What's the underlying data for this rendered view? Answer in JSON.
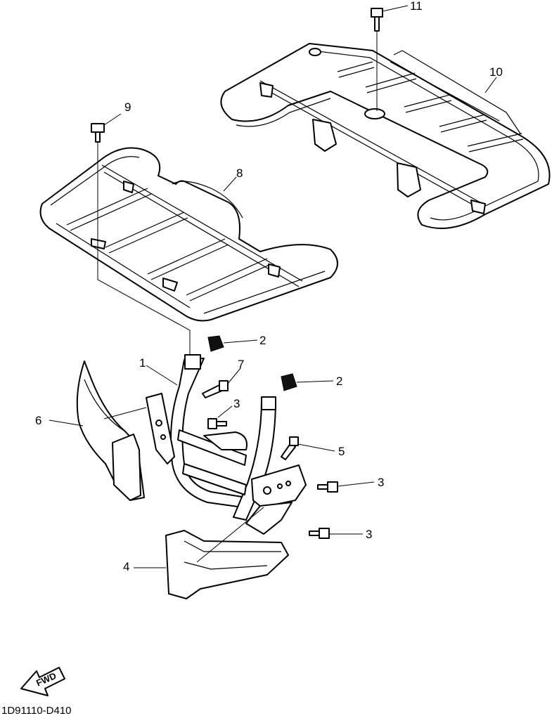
{
  "callouts": {
    "c1": "1",
    "c2a": "2",
    "c2b": "2",
    "c3a": "3",
    "c3b": "3",
    "c3c": "3",
    "c4": "4",
    "c5": "5",
    "c6": "6",
    "c7": "7",
    "c8": "8",
    "c9": "9",
    "c10": "10",
    "c11": "11"
  },
  "direction_label": "FWD",
  "diagram_code": "1D91110-D410"
}
